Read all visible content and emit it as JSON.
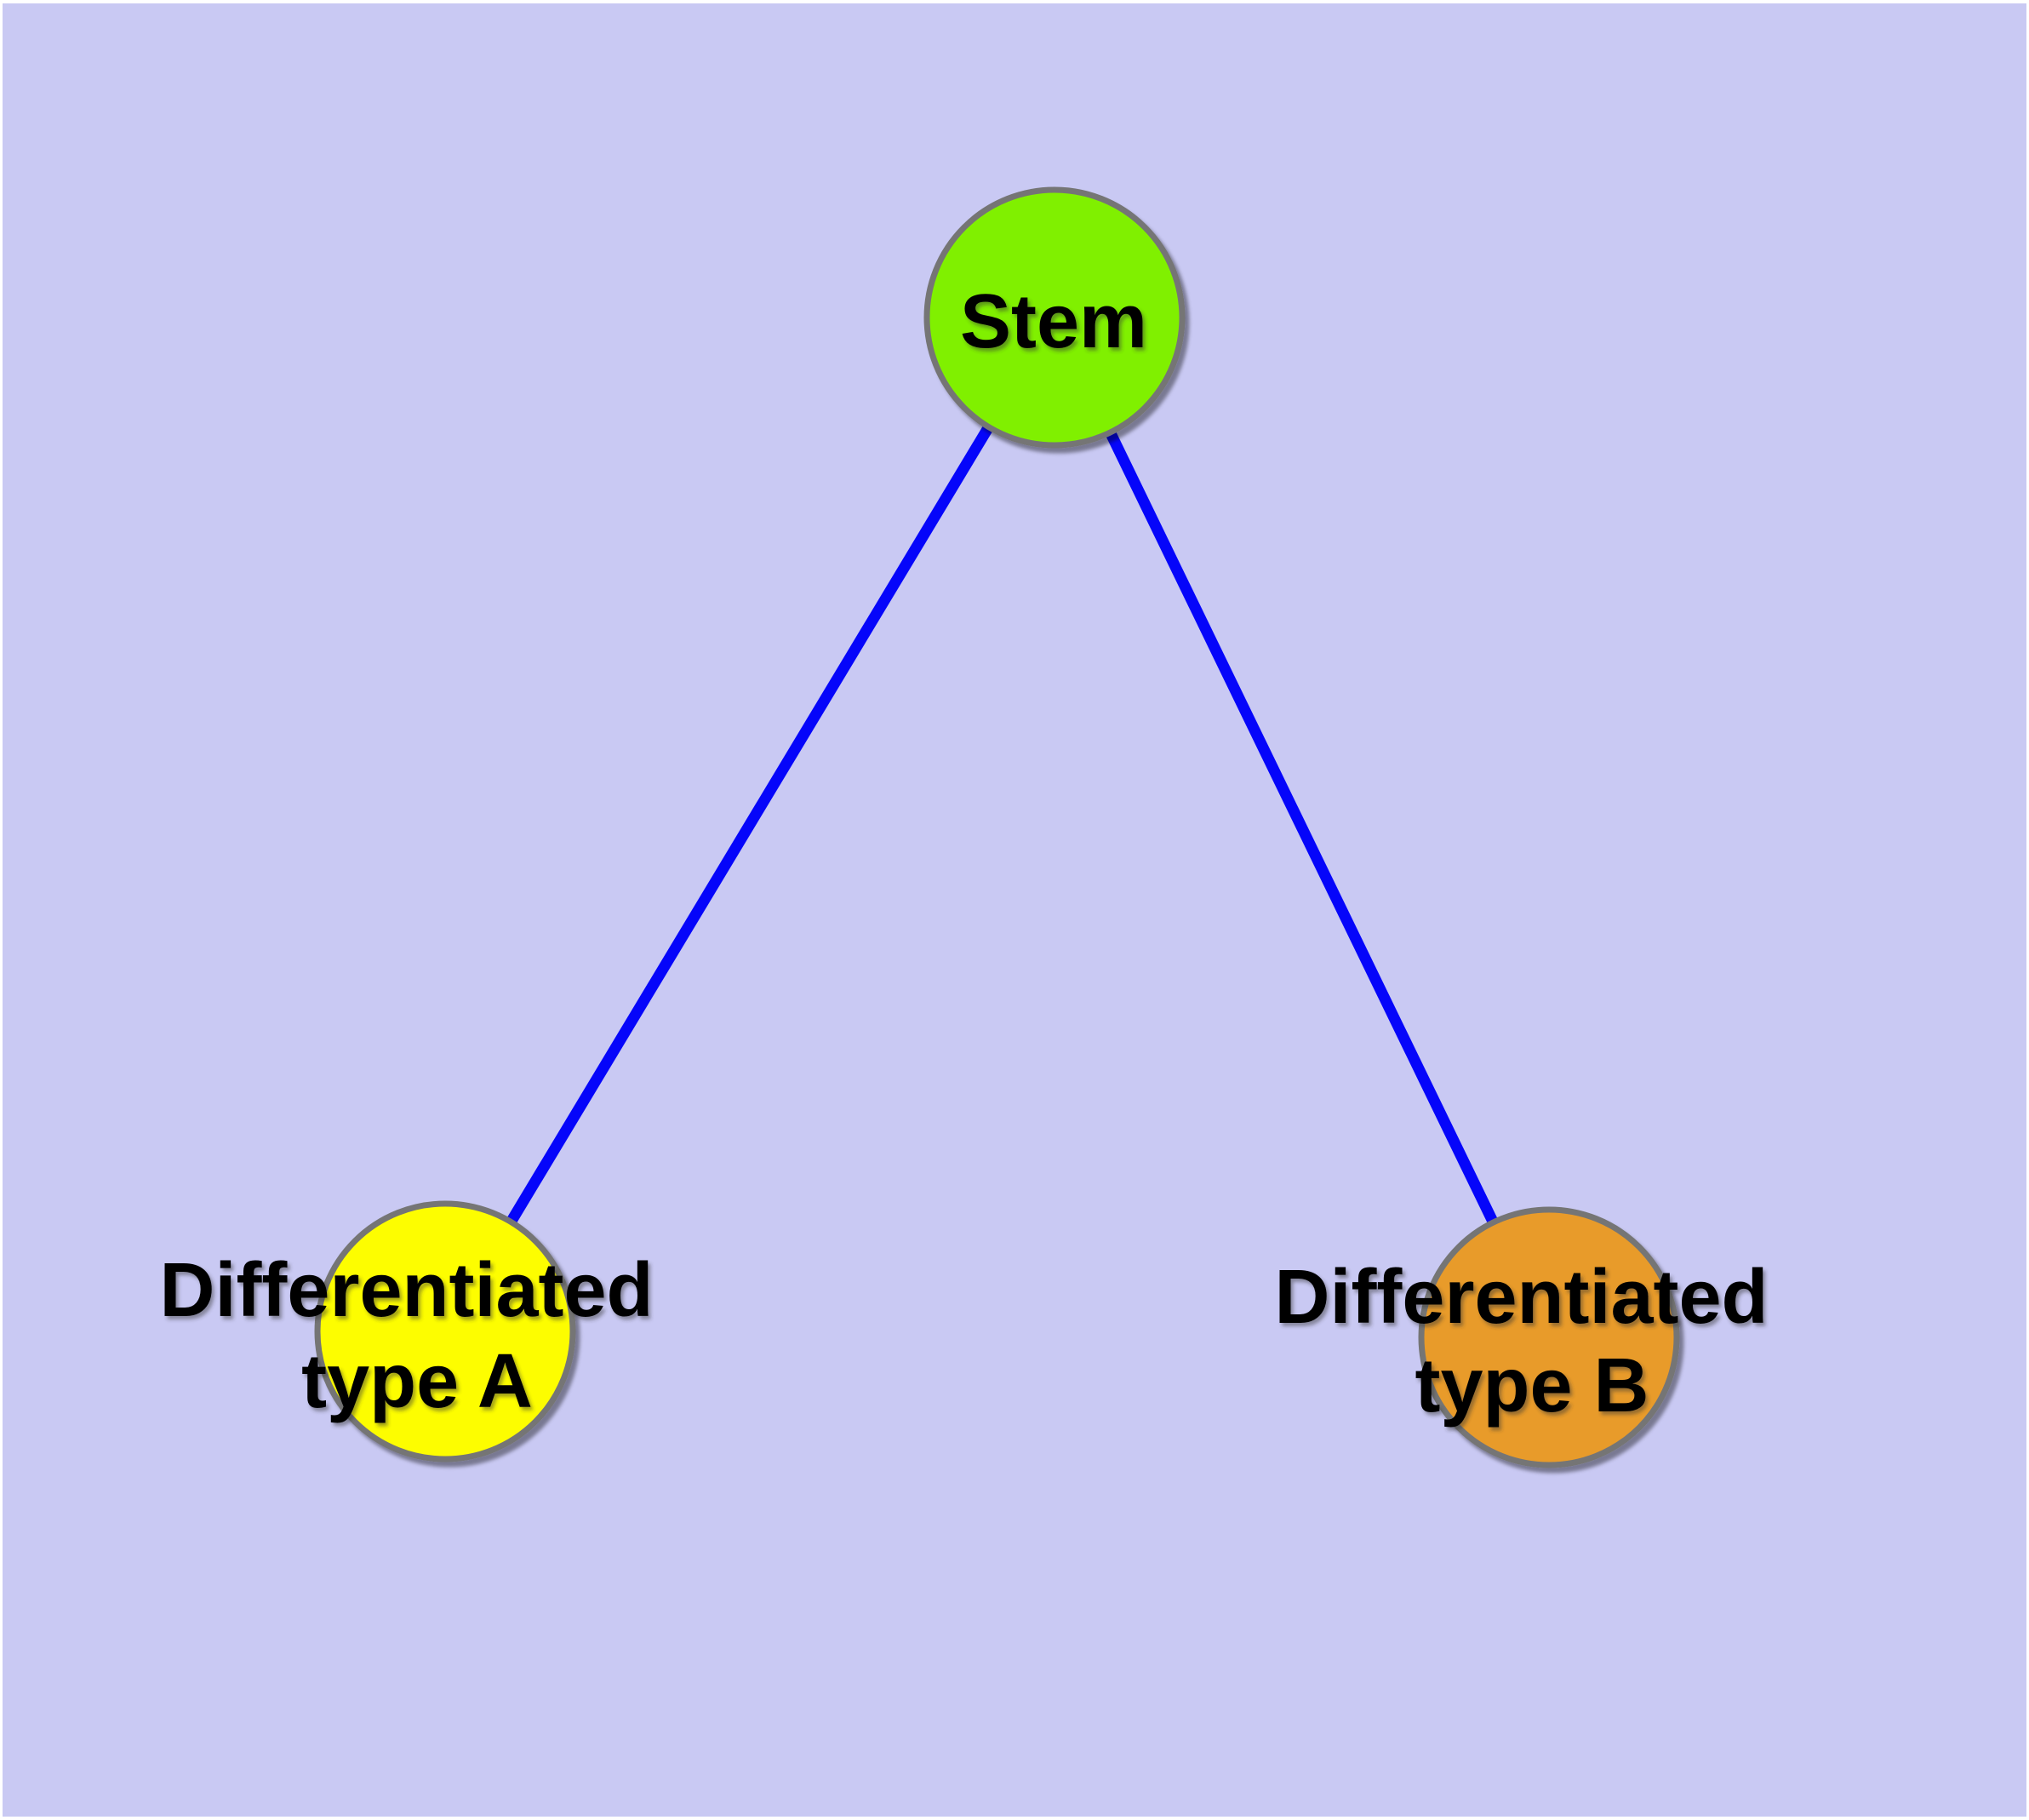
{
  "canvas": {
    "background": "#C9C9F3",
    "frame": "#FFFFFF"
  },
  "styles": {
    "node_border": "#757575",
    "label_color": "#000000"
  },
  "edges": {
    "color": "#0505FA",
    "items": [
      {
        "from": "Stem",
        "to": "Differentiated type A"
      },
      {
        "from": "Stem",
        "to": "Differentiated type B"
      }
    ]
  },
  "nodes": {
    "stem": {
      "label": "Stem",
      "fill": "#80F000"
    },
    "type_a": {
      "label_line1": "Differentiated",
      "label_line2": "type A",
      "fill": "#FDFD00"
    },
    "type_b": {
      "label_line1": "Differentiated",
      "label_line2": "type B",
      "fill": "#E89B2A"
    }
  }
}
